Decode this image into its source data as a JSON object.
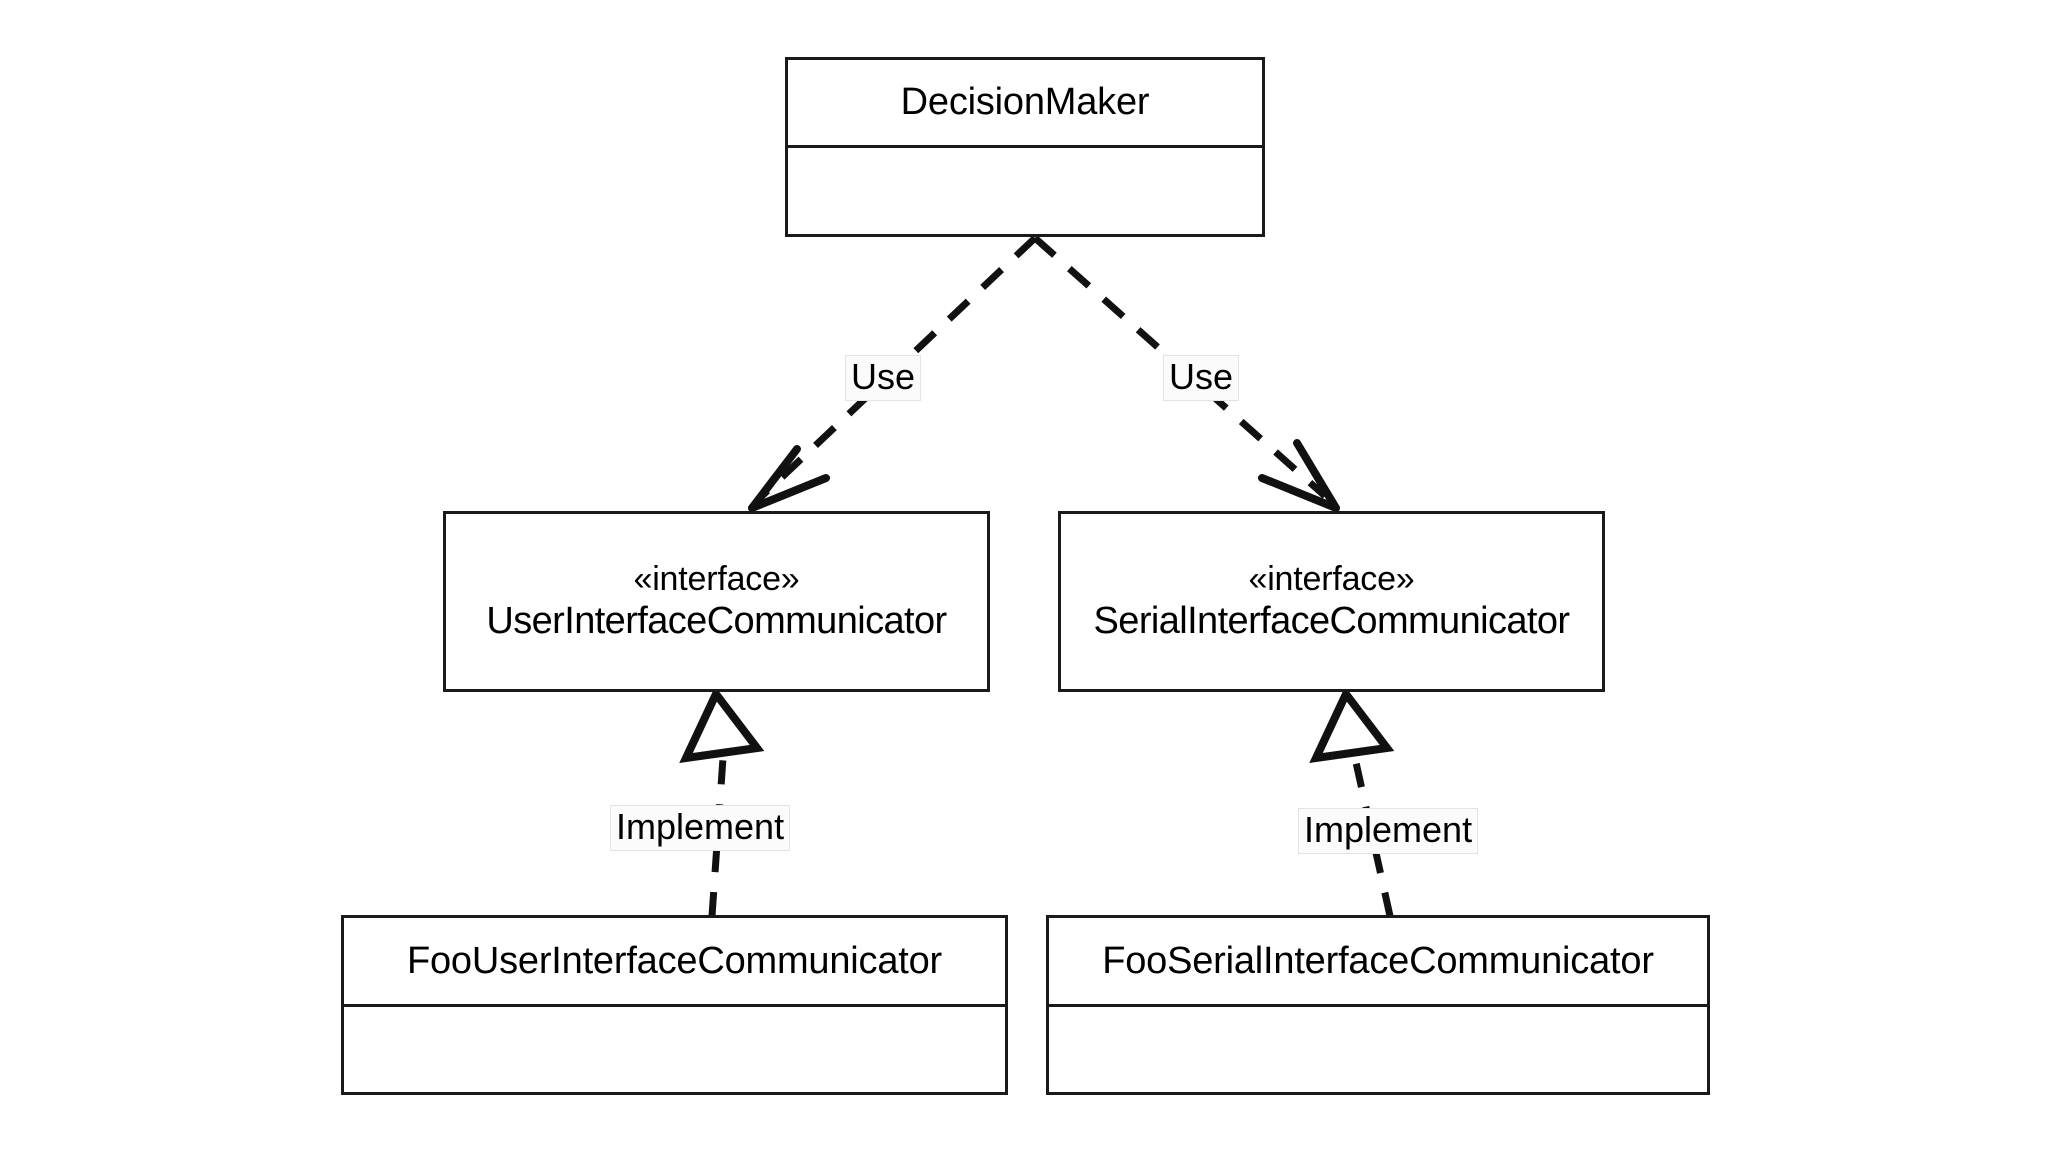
{
  "diagram": {
    "type": "uml-class-diagram",
    "background": "#ffffff",
    "stroke_color": "#1a1a1a",
    "label_background": "#fbfbfb",
    "classes": [
      {
        "id": "decisionmaker",
        "name": "DecisionMaker",
        "stereotype": "",
        "kind": "class",
        "compartments": [
          "name",
          "empty"
        ]
      },
      {
        "id": "user-interface",
        "name": "UserInterfaceCommunicator",
        "stereotype": "«interface»",
        "kind": "interface",
        "compartments": [
          "name"
        ]
      },
      {
        "id": "serial-interface",
        "name": "SerialInterfaceCommunicator",
        "stereotype": "«interface»",
        "kind": "interface",
        "compartments": [
          "name"
        ]
      },
      {
        "id": "foo-user",
        "name": "FooUserInterfaceCommunicator",
        "stereotype": "",
        "kind": "class",
        "compartments": [
          "name",
          "empty"
        ]
      },
      {
        "id": "foo-serial",
        "name": "FooSerialInterfaceCommunicator",
        "stereotype": "",
        "kind": "class",
        "compartments": [
          "name",
          "empty"
        ]
      }
    ],
    "relations": [
      {
        "id": "use-left",
        "label": "Use",
        "kind": "dependency",
        "line": "dashed",
        "arrowhead": "open",
        "from": "decisionmaker",
        "to": "user-interface"
      },
      {
        "id": "use-right",
        "label": "Use",
        "kind": "dependency",
        "line": "dashed",
        "arrowhead": "open",
        "from": "decisionmaker",
        "to": "serial-interface"
      },
      {
        "id": "implement-left",
        "label": "Implement",
        "kind": "realization",
        "line": "dashed",
        "arrowhead": "hollow-triangle",
        "from": "foo-user",
        "to": "user-interface"
      },
      {
        "id": "implement-right",
        "label": "Implement",
        "kind": "realization",
        "line": "dashed",
        "arrowhead": "hollow-triangle",
        "from": "foo-serial",
        "to": "serial-interface"
      }
    ]
  }
}
